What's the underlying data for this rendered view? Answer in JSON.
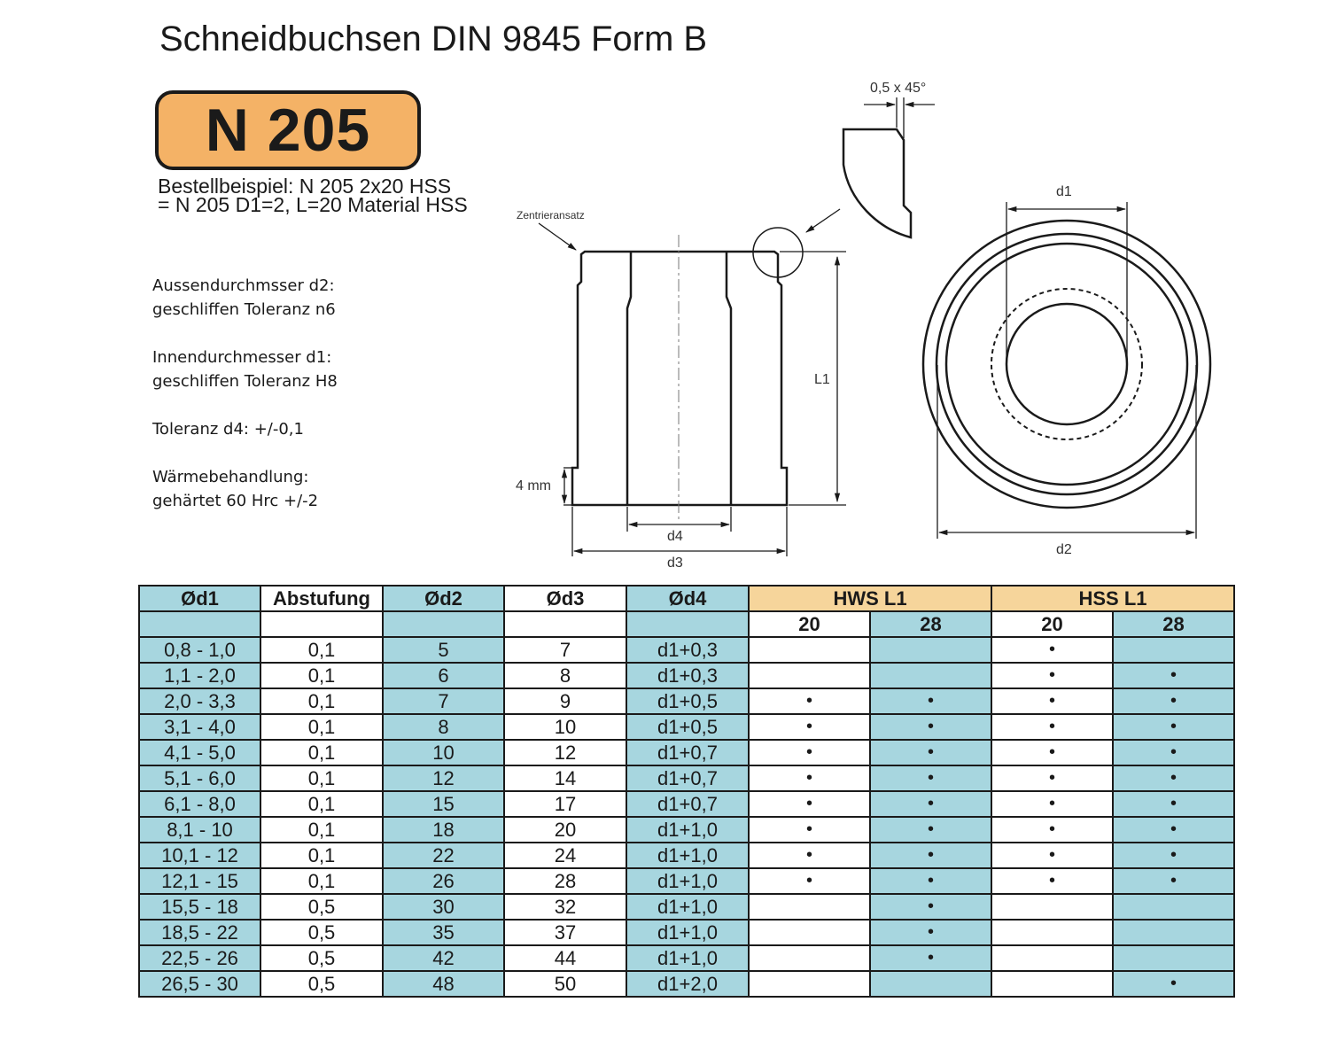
{
  "title": "Schneidbuchsen DIN 9845 Form B",
  "badge": "N 205",
  "order": {
    "line1": "Bestellbeispiel: N 205 2x20 HSS",
    "line2": "= N 205 D1=2, L=20 Material HSS"
  },
  "specs": [
    {
      "l1": "Aussendurchmsser d2:",
      "l2": "geschliffen Toleranz n6"
    },
    {
      "l1": "Innendurchmesser d1:",
      "l2": "geschliffen Toleranz H8"
    },
    {
      "l1": "Toleranz d4:   +/-0,1",
      "l2": ""
    },
    {
      "l1": "Wärmebehandlung:",
      "l2": "gehärtet 60 Hrc +/-2"
    }
  ],
  "drawing": {
    "chamfer": "0,5 x 45°",
    "zentrier": "Zentrieransatz",
    "d1": "d1",
    "d2": "d2",
    "d3": "d3",
    "d4": "d4",
    "L1": "L1",
    "four_mm": "4 mm"
  },
  "table": {
    "headers": [
      "Ød1",
      "Abstufung",
      "Ød2",
      "Ød3",
      "Ød4"
    ],
    "group_hws": "HWS L1",
    "group_hss": "HSS L1",
    "sub": [
      "20",
      "28",
      "20",
      "28"
    ],
    "rows": [
      {
        "d1": "0,8 - 1,0",
        "ab": "0,1",
        "d2": "5",
        "d3": "7",
        "d4": "d1+0,3",
        "hws20": "",
        "hws28": "",
        "hss20": "•",
        "hss28": ""
      },
      {
        "d1": "1,1 - 2,0",
        "ab": "0,1",
        "d2": "6",
        "d3": "8",
        "d4": "d1+0,3",
        "hws20": "",
        "hws28": "",
        "hss20": "•",
        "hss28": "•"
      },
      {
        "d1": "2,0 - 3,3",
        "ab": "0,1",
        "d2": "7",
        "d3": "9",
        "d4": "d1+0,5",
        "hws20": "•",
        "hws28": "•",
        "hss20": "•",
        "hss28": "•"
      },
      {
        "d1": "3,1 - 4,0",
        "ab": "0,1",
        "d2": "8",
        "d3": "10",
        "d4": "d1+0,5",
        "hws20": "•",
        "hws28": "•",
        "hss20": "•",
        "hss28": "•"
      },
      {
        "d1": "4,1 - 5,0",
        "ab": "0,1",
        "d2": "10",
        "d3": "12",
        "d4": "d1+0,7",
        "hws20": "•",
        "hws28": "•",
        "hss20": "•",
        "hss28": "•"
      },
      {
        "d1": "5,1 - 6,0",
        "ab": "0,1",
        "d2": "12",
        "d3": "14",
        "d4": "d1+0,7",
        "hws20": "•",
        "hws28": "•",
        "hss20": "•",
        "hss28": "•"
      },
      {
        "d1": "6,1 - 8,0",
        "ab": "0,1",
        "d2": "15",
        "d3": "17",
        "d4": "d1+0,7",
        "hws20": "•",
        "hws28": "•",
        "hss20": "•",
        "hss28": "•"
      },
      {
        "d1": "8,1 - 10",
        "ab": "0,1",
        "d2": "18",
        "d3": "20",
        "d4": "d1+1,0",
        "hws20": "•",
        "hws28": "•",
        "hss20": "•",
        "hss28": "•"
      },
      {
        "d1": "10,1 - 12",
        "ab": "0,1",
        "d2": "22",
        "d3": "24",
        "d4": "d1+1,0",
        "hws20": "•",
        "hws28": "•",
        "hss20": "•",
        "hss28": "•"
      },
      {
        "d1": "12,1 - 15",
        "ab": "0,1",
        "d2": "26",
        "d3": "28",
        "d4": "d1+1,0",
        "hws20": "•",
        "hws28": "•",
        "hss20": "•",
        "hss28": "•"
      },
      {
        "d1": "15,5 - 18",
        "ab": "0,5",
        "d2": "30",
        "d3": "32",
        "d4": "d1+1,0",
        "hws20": "",
        "hws28": "•",
        "hss20": "",
        "hss28": ""
      },
      {
        "d1": "18,5 - 22",
        "ab": "0,5",
        "d2": "35",
        "d3": "37",
        "d4": "d1+1,0",
        "hws20": "",
        "hws28": "•",
        "hss20": "",
        "hss28": ""
      },
      {
        "d1": "22,5 - 26",
        "ab": "0,5",
        "d2": "42",
        "d3": "44",
        "d4": "d1+1,0",
        "hws20": "",
        "hws28": "•",
        "hss20": "",
        "hss28": ""
      },
      {
        "d1": "26,5 - 30",
        "ab": "0,5",
        "d2": "48",
        "d3": "50",
        "d4": "d1+2,0",
        "hws20": "",
        "hws28": "",
        "hss20": "",
        "hss28": "•"
      }
    ]
  }
}
